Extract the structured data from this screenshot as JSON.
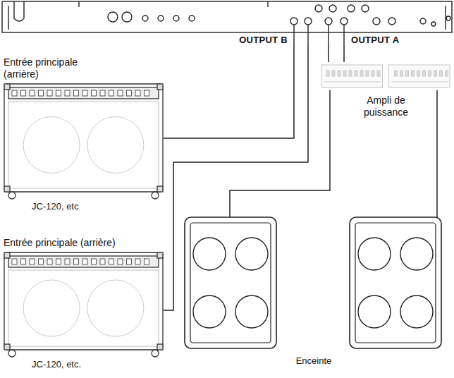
{
  "diagram": {
    "nodes": [
      {
        "text": [
          "OUTPUT B",
          "OUTPUT A"
        ]
      },
      {
        "text": [
          "Entrée principale (arrière)",
          "JC-120, etc"
        ]
      },
      {
        "text": [
          "Entrée principale (arrière)",
          "JC-120, etc."
        ]
      },
      {
        "text": [
          "Ampli de puissance"
        ]
      }
    ],
    "edges": [
      {
        "from": 0,
        "to": 1,
        "arrow": "none"
      },
      {
        "from": 0,
        "to": 2,
        "arrow": "none"
      },
      {
        "from": 0,
        "to": 3,
        "arrow": "none"
      },
      {
        "from": 0,
        "to": 3,
        "arrow": "none"
      }
    ],
    "labels": [
      "Enceinte"
    ]
  }
}
